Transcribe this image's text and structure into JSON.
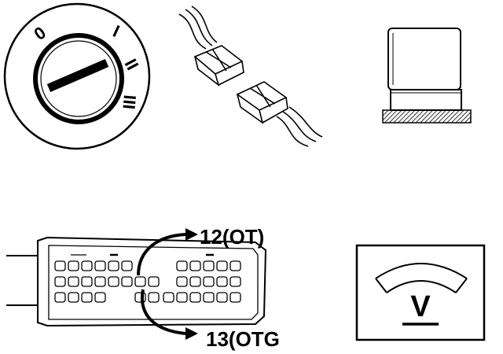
{
  "ignition_switch": {
    "positions": [
      "0",
      "I",
      "II",
      "III"
    ]
  },
  "connector_labels": {
    "pin_upper": "12(OT)",
    "pin_lower": "13(OTG"
  },
  "voltmeter": {
    "symbol": "V"
  },
  "colors": {
    "ink": "#000000",
    "paper": "#ffffff"
  }
}
